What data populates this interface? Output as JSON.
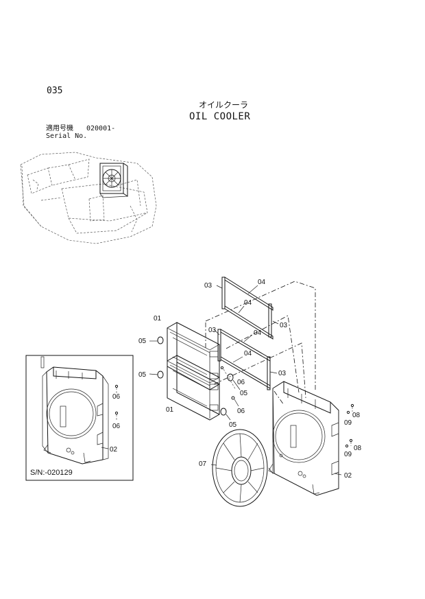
{
  "header": {
    "page_number": "035",
    "title_jp": "オイルクーラ",
    "title_en": "OIL COOLER",
    "serial_label_jp": "適用号機",
    "serial_value": "020001-",
    "serial_label_en": "Serial No."
  },
  "inset": {
    "label": "S/N:-020129",
    "callouts": [
      "06",
      "06",
      "02"
    ]
  },
  "callouts": {
    "c03a": "03",
    "c04a": "04",
    "c04b": "04",
    "c03b": "03",
    "c03c": "03",
    "c04c": "04",
    "c04d": "04",
    "c03d": "03",
    "c01a": "01",
    "c05a": "05",
    "c05b": "05",
    "c06a": "06",
    "c05c": "05",
    "c06b": "06",
    "c01b": "01",
    "c05d": "05",
    "c07": "07",
    "c08a": "08",
    "c09a": "09",
    "c09b": "09",
    "c08b": "08",
    "c02": "02"
  }
}
